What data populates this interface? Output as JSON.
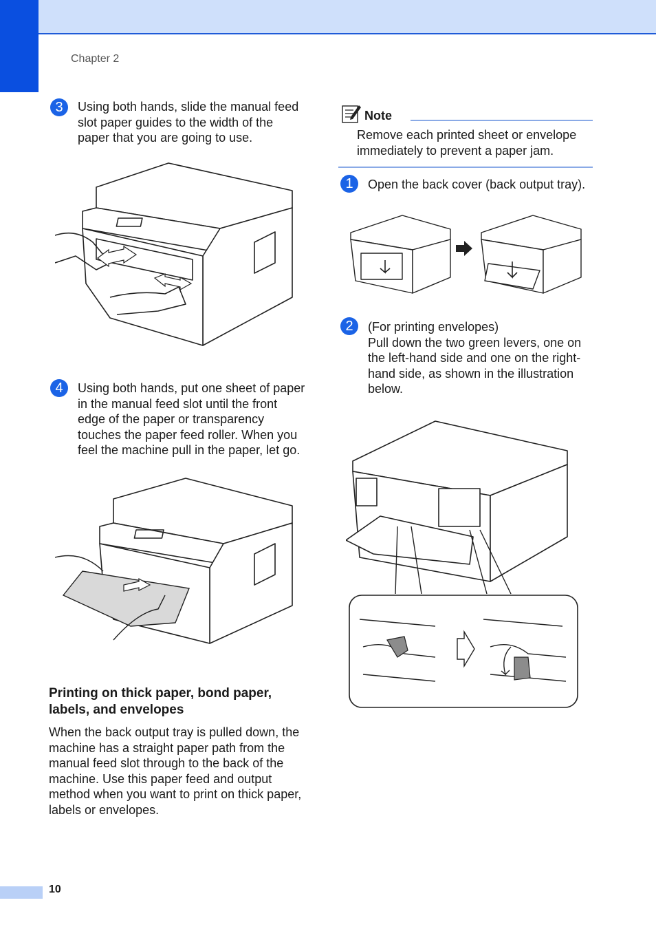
{
  "header": {
    "chapter": "Chapter 2"
  },
  "steps": [
    {
      "number": "3",
      "text": "Using both hands, slide the manual feed slot paper guides to the width of the paper that you are going to use."
    },
    {
      "number": "4",
      "text": "Using both hands, put one sheet of paper in the manual feed slot until the front edge of the paper or transparency touches the paper feed roller. When you feel the machine pull in the paper, let go."
    },
    {
      "number": "1",
      "text": "Open the back cover (back output tray)."
    },
    {
      "number": "2",
      "line1": "(For printing envelopes)",
      "line2": "Pull down the two green levers, one on the left-hand side and one on the right-hand side, as shown in the illustration below."
    }
  ],
  "section": {
    "heading": "Printing on thick paper, bond paper, labels, and envelopes",
    "body": "When the back output tray is pulled down, the machine has a straight paper path from the manual feed slot through to the back of the machine. Use this paper feed and output method when you want to print on thick paper, labels or envelopes."
  },
  "note": {
    "label": "Note",
    "text": "Remove each printed sheet or envelope immediately to prevent a paper jam."
  },
  "footer": {
    "page_number": "10"
  },
  "colors": {
    "accent": "#0a4fe0",
    "band": "#cfe0fb",
    "badge": "#1b63e6"
  }
}
